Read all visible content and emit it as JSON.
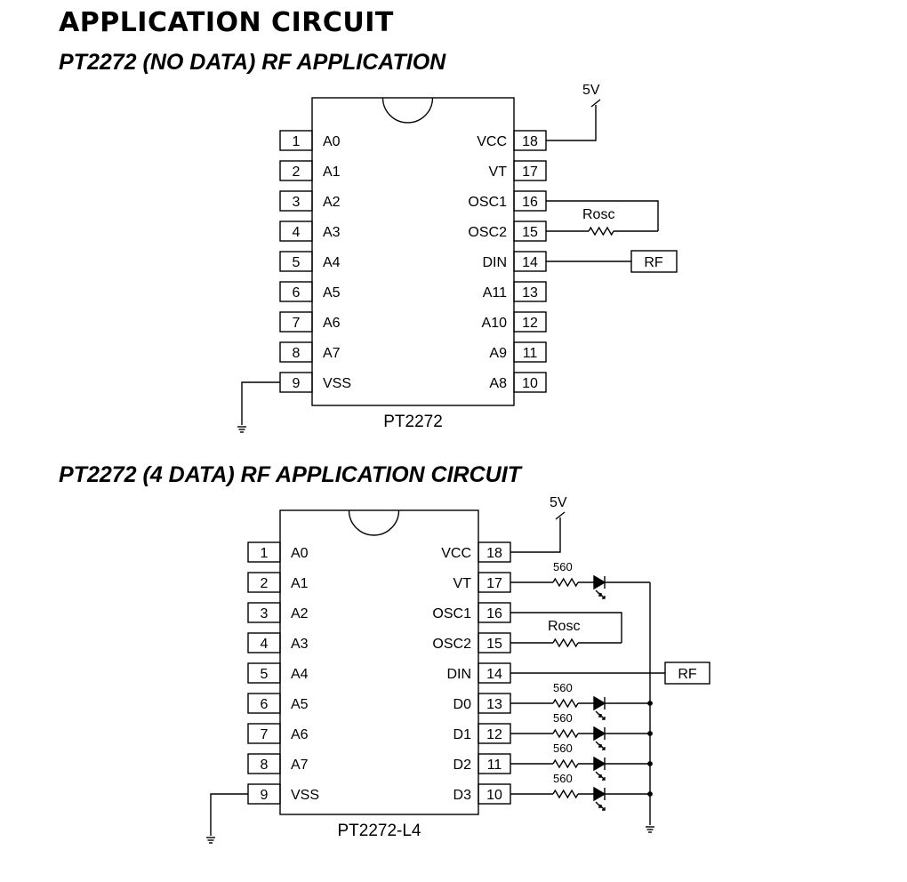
{
  "title": "APPLICATION CIRCUIT",
  "circuit1": {
    "heading": "PT2272 (NO DATA) RF APPLICATION",
    "chip_label": "PT2272",
    "left_pins": [
      {
        "num": "1",
        "name": "A0"
      },
      {
        "num": "2",
        "name": "A1"
      },
      {
        "num": "3",
        "name": "A2"
      },
      {
        "num": "4",
        "name": "A3"
      },
      {
        "num": "5",
        "name": "A4"
      },
      {
        "num": "6",
        "name": "A5"
      },
      {
        "num": "7",
        "name": "A6"
      },
      {
        "num": "8",
        "name": "A7"
      },
      {
        "num": "9",
        "name": "VSS"
      }
    ],
    "right_pins": [
      {
        "num": "18",
        "name": "VCC"
      },
      {
        "num": "17",
        "name": "VT"
      },
      {
        "num": "16",
        "name": "OSC1"
      },
      {
        "num": "15",
        "name": "OSC2"
      },
      {
        "num": "14",
        "name": "DIN"
      },
      {
        "num": "13",
        "name": "A11"
      },
      {
        "num": "12",
        "name": "A10"
      },
      {
        "num": "11",
        "name": "A9"
      },
      {
        "num": "10",
        "name": "A8"
      }
    ],
    "supply_label": "5V",
    "rosc_label": "Rosc",
    "rf_label": "RF"
  },
  "circuit2": {
    "heading": "PT2272 (4 DATA) RF APPLICATION CIRCUIT",
    "chip_label": "PT2272-L4",
    "left_pins": [
      {
        "num": "1",
        "name": "A0"
      },
      {
        "num": "2",
        "name": "A1"
      },
      {
        "num": "3",
        "name": "A2"
      },
      {
        "num": "4",
        "name": "A3"
      },
      {
        "num": "5",
        "name": "A4"
      },
      {
        "num": "6",
        "name": "A5"
      },
      {
        "num": "7",
        "name": "A6"
      },
      {
        "num": "8",
        "name": "A7"
      },
      {
        "num": "9",
        "name": "VSS"
      }
    ],
    "right_pins": [
      {
        "num": "18",
        "name": "VCC"
      },
      {
        "num": "17",
        "name": "VT"
      },
      {
        "num": "16",
        "name": "OSC1"
      },
      {
        "num": "15",
        "name": "OSC2"
      },
      {
        "num": "14",
        "name": "DIN"
      },
      {
        "num": "13",
        "name": "D0"
      },
      {
        "num": "12",
        "name": "D1"
      },
      {
        "num": "11",
        "name": "D2"
      },
      {
        "num": "10",
        "name": "D3"
      }
    ],
    "supply_label": "5V",
    "rosc_label": "Rosc",
    "rf_label": "RF",
    "led_resistor_label": "560"
  }
}
